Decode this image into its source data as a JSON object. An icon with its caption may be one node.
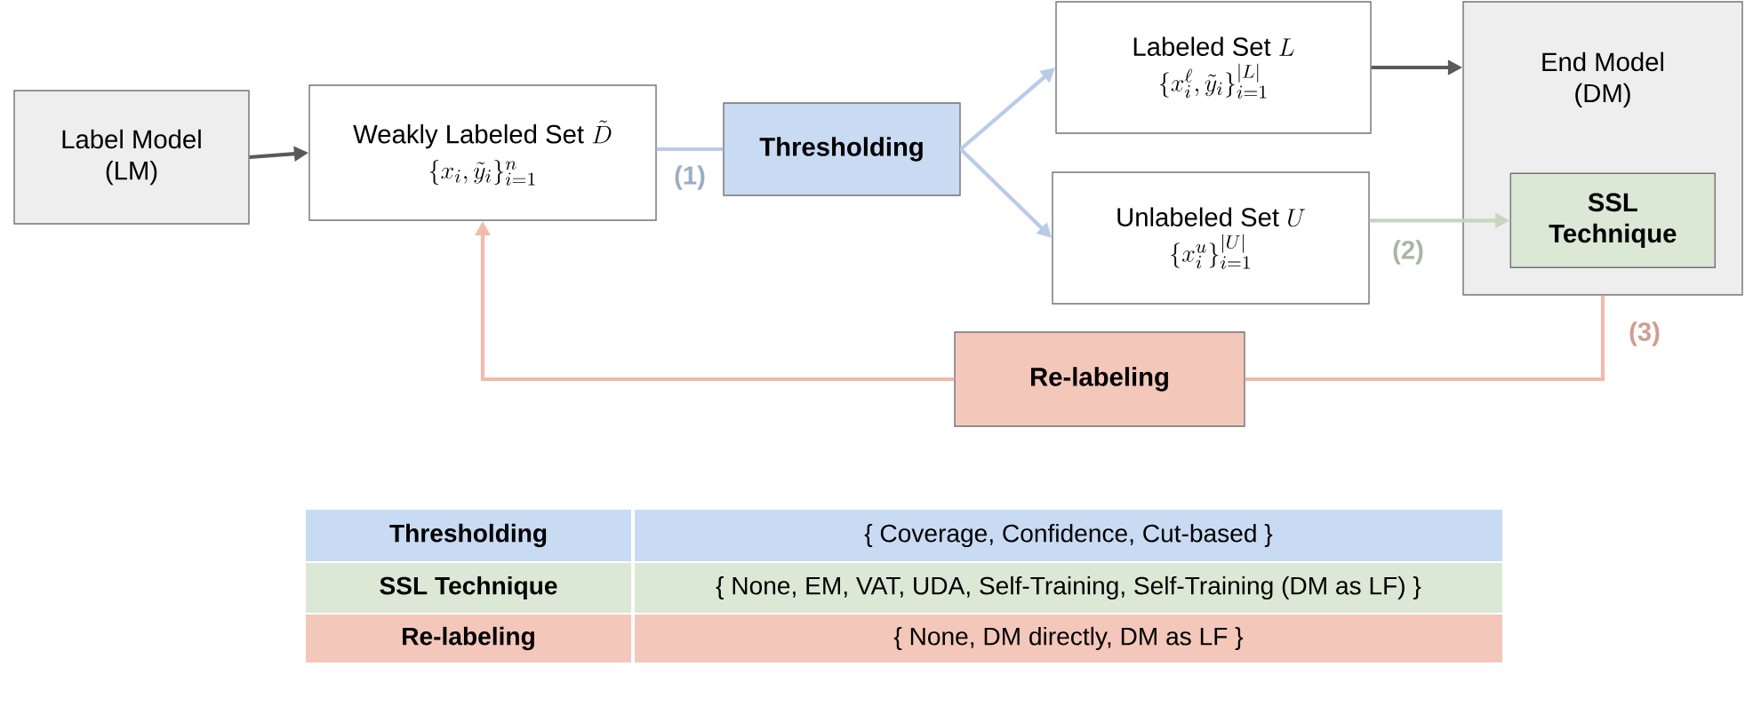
{
  "diagram": {
    "nodes": [
      {
        "text": [
          "Label Model (LM)"
        ]
      },
      {
        "text": [
          "Weakly Labeled Set",
          "\\tilde{D}",
          "\\{x_i, \\tilde{y}_i\\}_{i=1}^{n}"
        ]
      },
      {
        "text": [
          "Thresholding"
        ]
      },
      {
        "text": [
          "Labeled Set",
          "L",
          "\\{x_i^{\\ell}, \\tilde{y}_i\\}_{i=1}^{|L|}"
        ]
      },
      {
        "text": [
          "Unlabeled Set",
          "U",
          "\\{x_i^{u}\\}_{i=1}^{|U|}"
        ]
      },
      {
        "text": [
          "End Model (DM)"
        ]
      },
      {
        "text": [
          "SSL Technique"
        ],
        "in": 5
      },
      {
        "text": [
          "Re-labeling"
        ]
      }
    ],
    "edges": [
      {
        "from": 0,
        "to": 1,
        "arrow": "to",
        "color": "#5a5a5a"
      },
      {
        "from": 1,
        "to": 2,
        "arrow": "none",
        "label": "(1)",
        "color": "#b9cbe8"
      },
      {
        "from": 2,
        "to": 3,
        "arrow": "to",
        "color": "#b9cbe8"
      },
      {
        "from": 2,
        "to": 4,
        "arrow": "to",
        "color": "#b9cbe8"
      },
      {
        "from": 3,
        "to": 5,
        "arrow": "to",
        "color": "#5a5a5a"
      },
      {
        "from": 4,
        "to": 6,
        "arrow": "to",
        "label": "(2)",
        "color": "#c6d6c0"
      },
      {
        "from": 5,
        "to": 7,
        "arrow": "none",
        "label": "(3)",
        "color": "#f3b9a9"
      },
      {
        "from": 7,
        "to": 1,
        "arrow": "to",
        "color": "#f3b9a9"
      }
    ],
    "labels": [
      "Thresholding",
      "{ Coverage, Confidence, Cut-based }",
      "SSL Technique",
      "{ None, EM, VAT, UDA, Self-Training, Self-Training (DM as LF) }",
      "Re-labeling",
      "{ None, DM directly, DM as LF }"
    ]
  }
}
